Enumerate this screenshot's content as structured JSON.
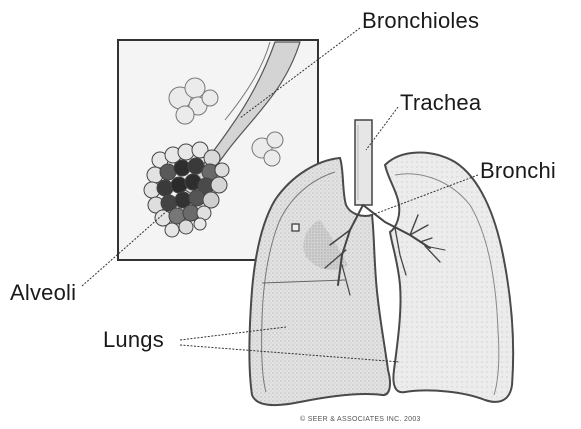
{
  "labels": {
    "bronchioles": "Bronchioles",
    "trachea": "Trachea",
    "bronchi": "Bronchi",
    "alveoli": "Alveoli",
    "lungs": "Lungs"
  },
  "copyright": "© SEER & ASSOCIATES INC. 2003",
  "colors": {
    "lung_fill": "#dcdcdc",
    "lung_outline": "#4a4a4a",
    "leader_line": "#333333",
    "inset_border": "#333333",
    "alveoli_dark": "#2e2e2e"
  }
}
